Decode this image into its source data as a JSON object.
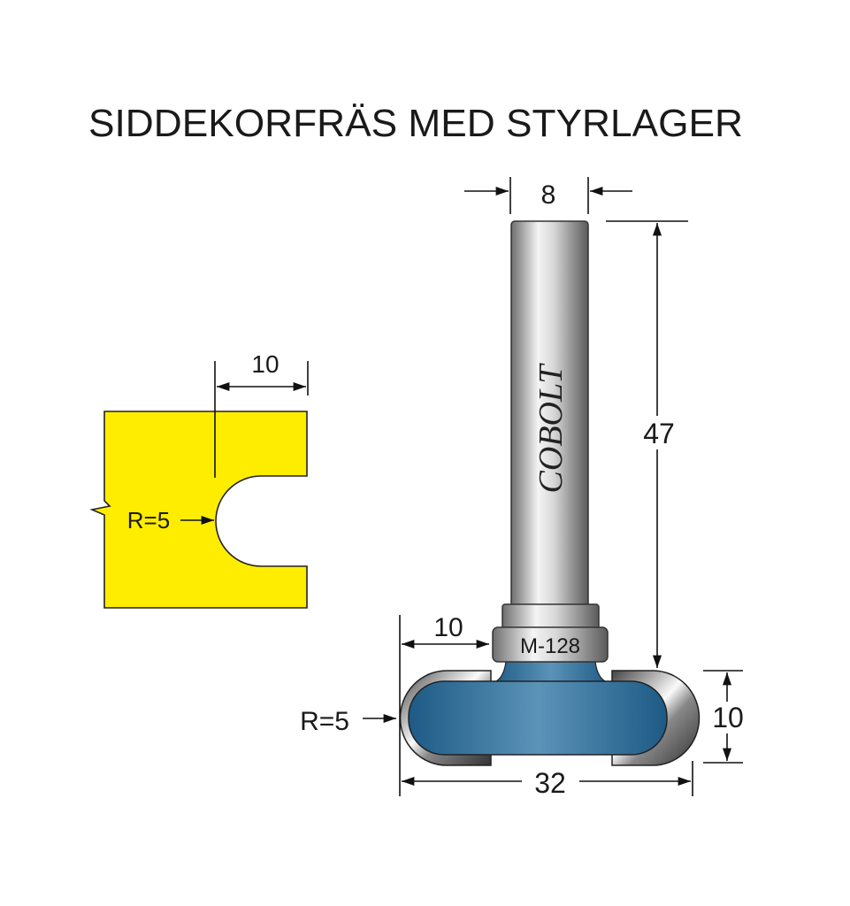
{
  "title": "SIDDEKORFRÄS MED STYRLAGER",
  "profile": {
    "width_label": "10",
    "radius_label": "R=5",
    "color": "#FFED00"
  },
  "cutter": {
    "brand": "COBOLT",
    "bearing_label": "M-128",
    "body_color": "#2E6E9A"
  },
  "dimensions": {
    "shank_diameter": "8",
    "total_length": "47",
    "bearing_offset": "10",
    "radius": "R=5",
    "cut_height": "10",
    "cut_diameter": "32"
  }
}
